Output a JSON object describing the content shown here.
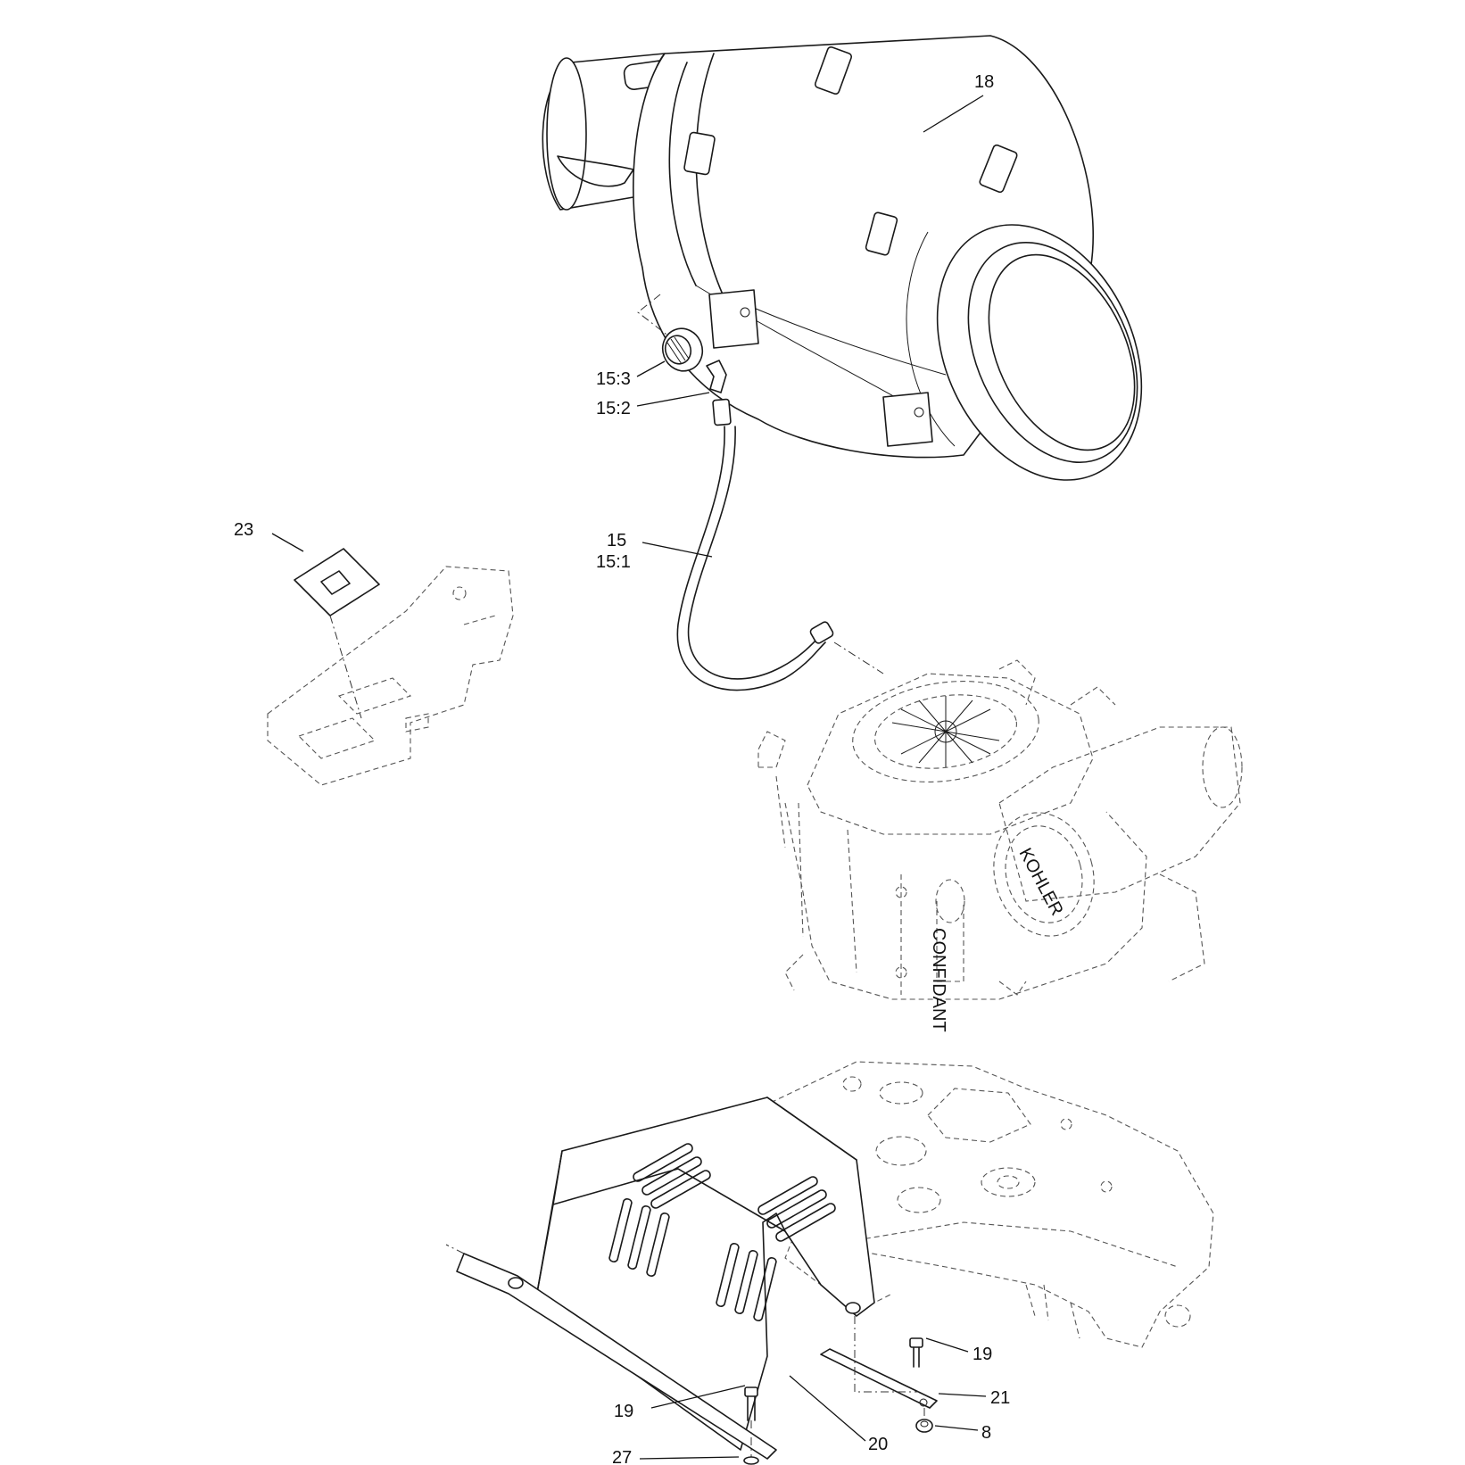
{
  "callouts": {
    "c18": "18",
    "c15_3": "15:3",
    "c15_2": "15:2",
    "c15": "15",
    "c15_1": "15:1",
    "c23": "23",
    "c19a": "19",
    "c21": "21",
    "c8": "8",
    "c19b": "19",
    "c20": "20",
    "c27": "27"
  },
  "engine_markings": {
    "brand": "KOHLER",
    "series": "CONFIDANT"
  }
}
